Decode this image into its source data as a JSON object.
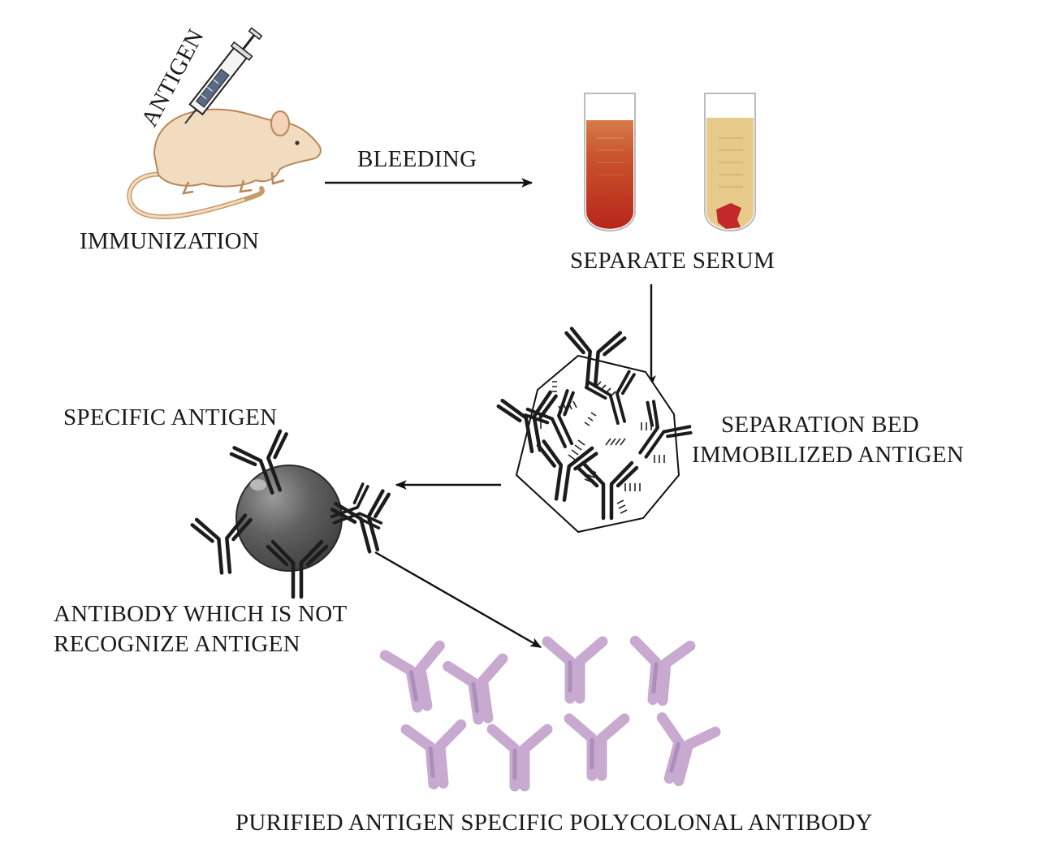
{
  "diagram": {
    "labels": {
      "antigen": "ANTIGEN",
      "immunization": "IMMUNIZATION",
      "bleeding": "BLEEDING",
      "separate_serum": "SEPARATE SERUM",
      "separation_bed_line1": "SEPARATION BED",
      "separation_bed_line2": "IMMOBILIZED ANTIGEN",
      "specific_antigen": "SPECIFIC ANTIGEN",
      "not_recognize_line1": "ANTIBODY WHICH IS NOT",
      "not_recognize_line2": "RECOGNIZE ANTIGEN",
      "purified": "PURIFIED ANTIGEN SPECIFIC POLYCOLONAL ANTIBODY"
    },
    "colors": {
      "mouse_fill": "#f2dcc0",
      "mouse_outline": "#c89a6a",
      "blood": "#c0301e",
      "serum": "#e7c98a",
      "clot": "#c22a2a",
      "bead": "#5c5c5c",
      "antibody_dark": "#1c1c1c",
      "antibody_purified": "#c8aad0"
    }
  }
}
